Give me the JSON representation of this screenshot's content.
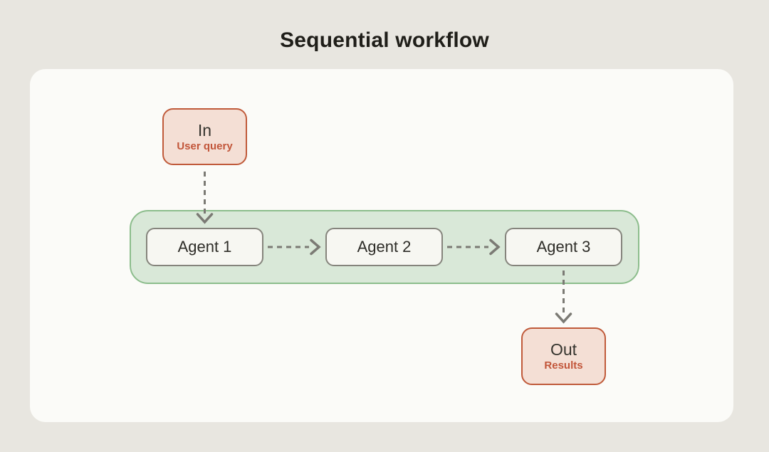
{
  "title": "Sequential workflow",
  "diagram": {
    "input_node": {
      "label": "In",
      "sublabel": "User query"
    },
    "agents": [
      {
        "label": "Agent 1"
      },
      {
        "label": "Agent 2"
      },
      {
        "label": "Agent 3"
      }
    ],
    "output_node": {
      "label": "Out",
      "sublabel": "Results"
    },
    "connections": [
      {
        "from": "In",
        "to": "Agent 1",
        "style": "dashed-arrow"
      },
      {
        "from": "Agent 1",
        "to": "Agent 2",
        "style": "dashed-arrow"
      },
      {
        "from": "Agent 2",
        "to": "Agent 3",
        "style": "dashed-arrow"
      },
      {
        "from": "Agent 3",
        "to": "Out",
        "style": "dashed-arrow"
      }
    ]
  },
  "colors": {
    "page_background": "#e8e6e0",
    "card_background": "#fbfbf8",
    "io_node_border": "#c05a3a",
    "io_node_fill": "#f4dfd5",
    "io_sublabel_text": "#c2563a",
    "green_group_border": "#8cbd8c",
    "green_group_fill": "#d9e8d8",
    "agent_border": "#85847c",
    "agent_fill": "#f7f7f2",
    "arrow": "#7b7a74",
    "title_text": "#1f1e19",
    "node_text": "#2e2d28"
  }
}
